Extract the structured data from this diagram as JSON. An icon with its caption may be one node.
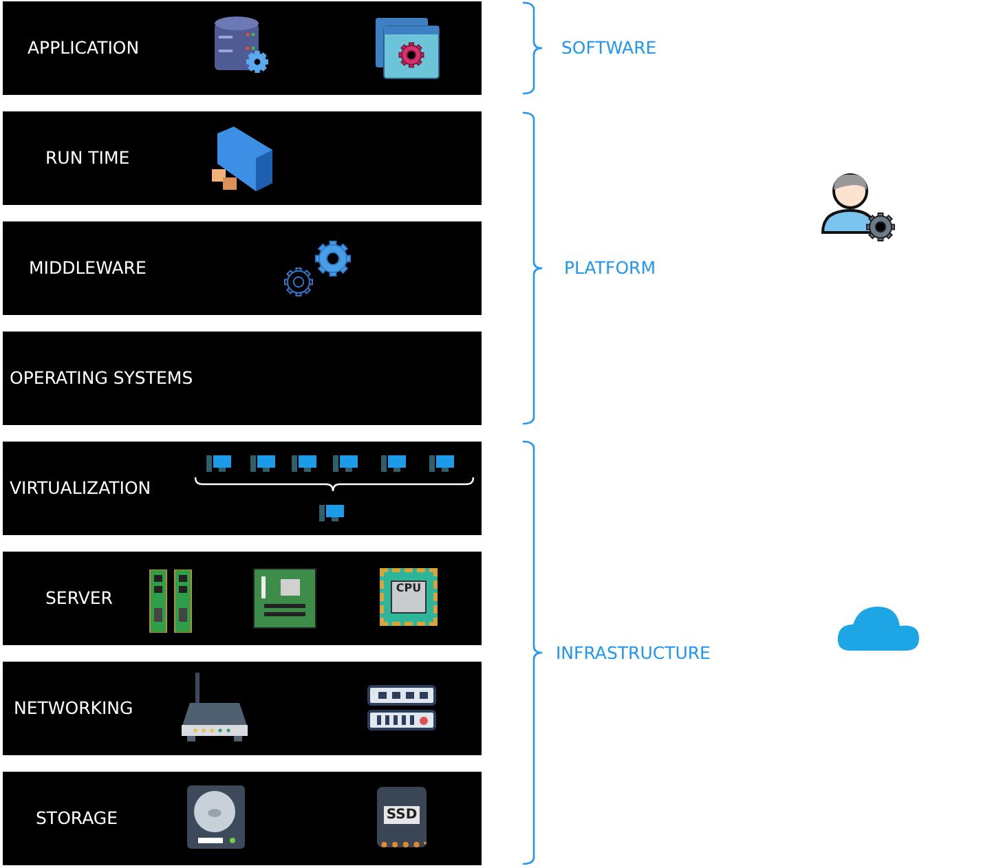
{
  "diagram": {
    "nodes": [
      {
        "text": [
          "APPLICATION"
        ]
      },
      {
        "text": [
          "RUN TIME"
        ]
      },
      {
        "text": [
          "MIDDLEWARE"
        ]
      },
      {
        "text": [
          "OPERATING SYSTEMS"
        ]
      },
      {
        "text": [
          "VIRTUALIZATION"
        ]
      },
      {
        "text": [
          "SERVER"
        ]
      },
      {
        "text": [
          "NETWORKING"
        ]
      },
      {
        "text": [
          "STORAGE"
        ]
      }
    ],
    "labels": [
      "SOFTWARE",
      "PLATFORM",
      "INFRASTRUCTURE",
      "CPU",
      "SSD"
    ]
  }
}
